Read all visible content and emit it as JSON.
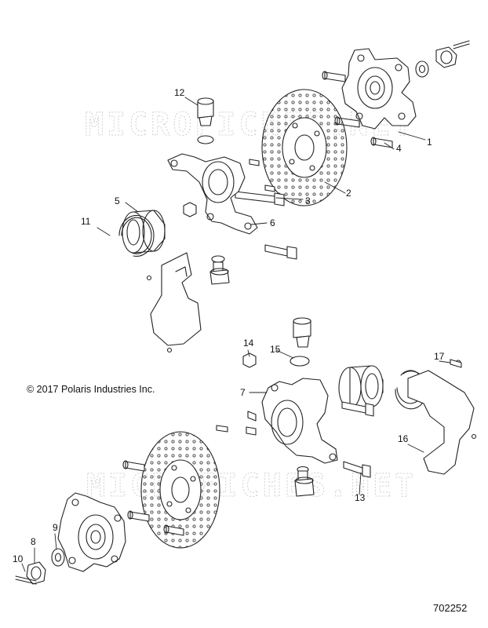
{
  "watermark": "MICROFICHES.NET",
  "copyright": "© 2017 Polaris Industries Inc.",
  "diagram_id": "702252",
  "callouts": [
    "1",
    "2",
    "3",
    "4",
    "5",
    "6",
    "7",
    "8",
    "9",
    "10",
    "11",
    "12",
    "13",
    "14",
    "15",
    "16",
    "17"
  ],
  "part_icons": [
    "hub-icon",
    "brake-disc-icon",
    "bolt-icon",
    "wheel-stud-icon",
    "bearing-icon",
    "steering-knuckle-icon",
    "castle-nut-icon",
    "washer-icon",
    "cotter-pin-icon",
    "retaining-ring-icon",
    "ball-joint-icon",
    "caliper-bracket-icon",
    "nut-icon",
    "snap-ring-icon",
    "screw-icon"
  ]
}
